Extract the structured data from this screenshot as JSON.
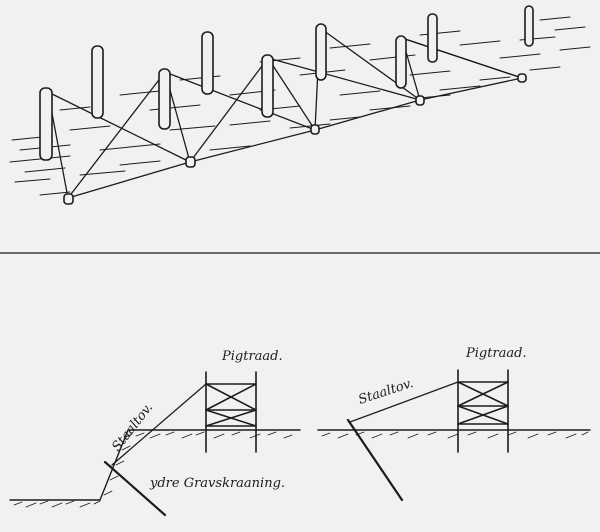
{
  "figure": {
    "top_panel": {
      "description_shown": false
    },
    "bottom_panel": {
      "left_diagram": {
        "label_barbed_wire": "Pigtraad.",
        "label_steel_cable": "Staaltov.",
        "label_trench_edge": "ydre Gravskraaning."
      },
      "right_diagram": {
        "label_barbed_wire": "Pigtraad.",
        "label_steel_cable": "Staaltov."
      }
    }
  },
  "colors": {
    "paper": "#f1f1ef",
    "ink": "#1c1c1c"
  }
}
